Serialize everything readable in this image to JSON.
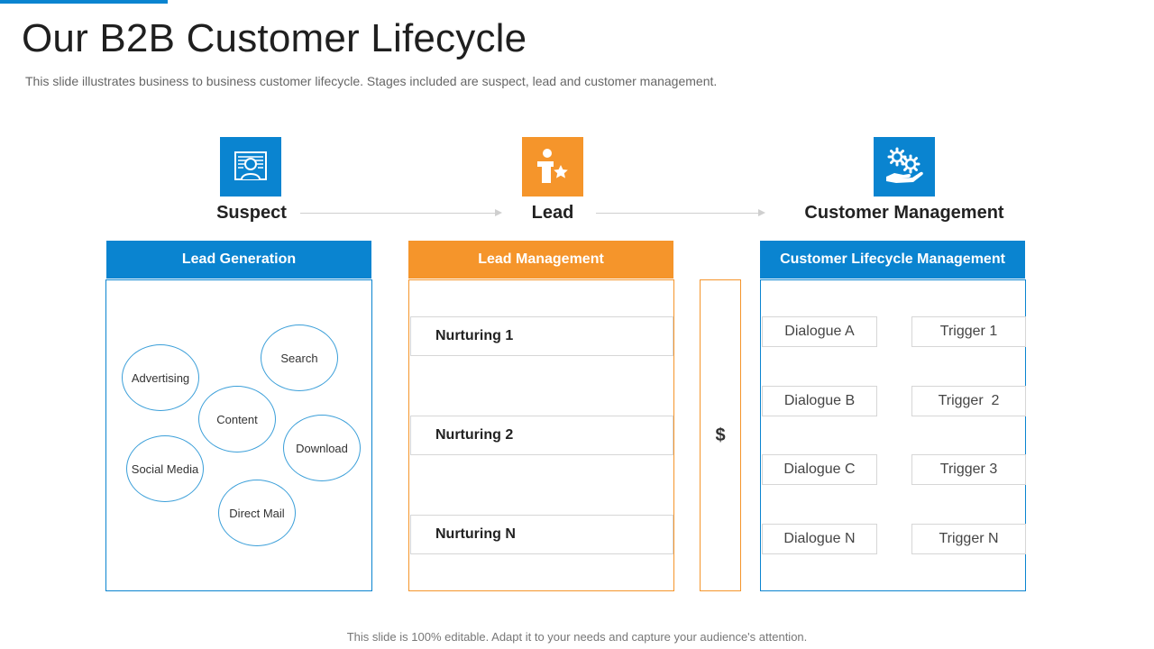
{
  "title": "Our B2B Customer Lifecycle",
  "subtitle": "This slide illustrates business to business customer lifecycle. Stages included are suspect, lead and customer management.",
  "colors": {
    "blue": "#0a84d0",
    "orange": "#f5952b"
  },
  "stages": [
    {
      "label": "Suspect",
      "icon": "person-profile-icon"
    },
    {
      "label": "Lead",
      "icon": "person-star-icon"
    },
    {
      "label": "Customer Management",
      "icon": "hand-gears-icon"
    }
  ],
  "lead_generation": {
    "header": "Lead Generation",
    "items": [
      "Advertising",
      "Search",
      "Content",
      "Download",
      "Social Media",
      "Direct Mail"
    ]
  },
  "lead_management": {
    "header": "Lead Management",
    "items": [
      "Nurturing 1",
      "Nurturing 2",
      "Nurturing N"
    ]
  },
  "revenue_symbol": "$",
  "customer_lifecycle": {
    "header": "Customer Lifecycle Management",
    "dialogues": [
      "Dialogue A",
      "Dialogue B",
      "Dialogue C",
      "Dialogue N"
    ],
    "triggers": [
      "Trigger 1",
      "Trigger  2",
      "Trigger 3",
      "Trigger N"
    ]
  },
  "footer": "This slide is 100% editable. Adapt it to your needs and capture your audience's attention."
}
